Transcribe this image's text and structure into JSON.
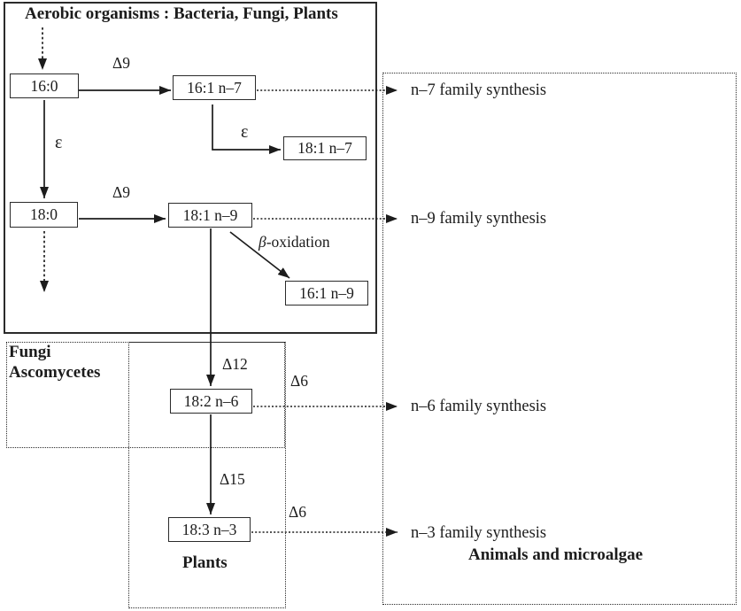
{
  "diagram": {
    "title": "Aerobic organisms : Bacteria, Fungi, Plants",
    "nodes": {
      "fa16_0": "16:0",
      "fa16_1n7": "16:1 n–7",
      "fa18_1n7": "18:1 n–7",
      "fa18_0": "18:0",
      "fa18_1n9": "18:1 n–9",
      "fa16_1n9": "16:1 n–9",
      "fa18_2n6": "18:2 n–6",
      "fa18_3n3": "18:3 n–3"
    },
    "enzymes": {
      "delta9_upper": "Δ9",
      "delta9_lower": "Δ9",
      "elongase_left": "ε",
      "elongase_right": "ε",
      "beta_symbol": "β",
      "beta_text": "-oxidation",
      "delta12": "Δ12",
      "delta15": "Δ15",
      "delta6_upper": "Δ6",
      "delta6_lower": "Δ6"
    },
    "outputs": {
      "n7": "n–7 family synthesis",
      "n9": "n–9 family synthesis",
      "n6": "n–6 family synthesis",
      "n3": "n–3 family synthesis"
    },
    "regions": {
      "fungi_line1": "Fungi",
      "fungi_line2": "Ascomycetes",
      "plants": "Plants",
      "animals": "Animals and microalgae"
    }
  }
}
